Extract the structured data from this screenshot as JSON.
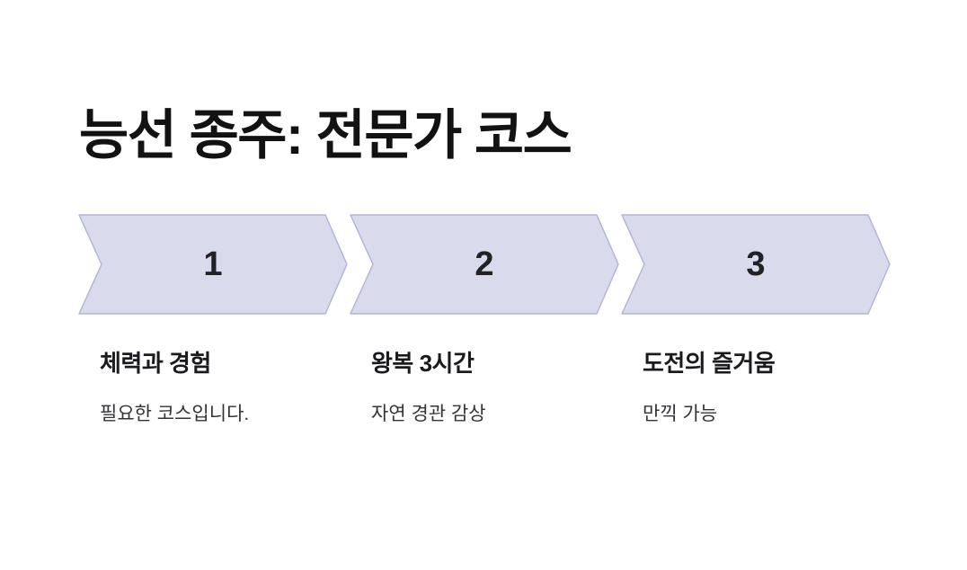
{
  "slide": {
    "title": "능선 종주: 전문가 코스"
  },
  "process": {
    "steps": [
      {
        "number": "1",
        "heading": "체력과 경험",
        "description": "필요한 코스입니다."
      },
      {
        "number": "2",
        "heading": "왕복 3시간",
        "description": "자연 경관 감상"
      },
      {
        "number": "3",
        "heading": "도전의 즐거움",
        "description": "만끽 가능"
      }
    ]
  },
  "colors": {
    "background": "#ffffff",
    "title_text": "#121212",
    "chevron_fill": "#d9daeb",
    "chevron_border": "#b2b5d5",
    "step_number": "#222226",
    "heading_text": "#1b1b1f",
    "description_text": "#333338"
  }
}
